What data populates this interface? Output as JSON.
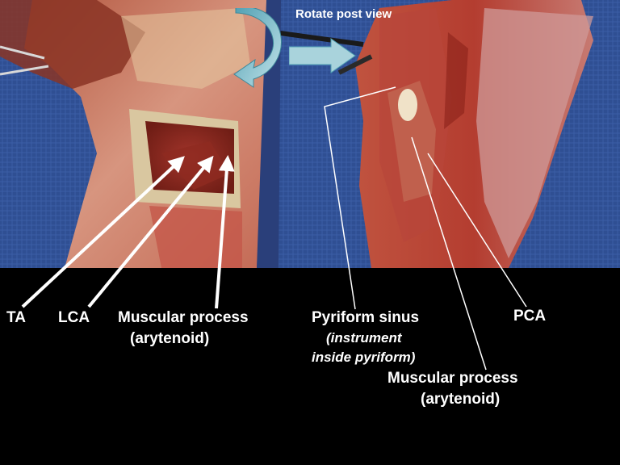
{
  "header": {
    "rotate_label": "Rotate post view"
  },
  "labels": {
    "ta": "TA",
    "lca": "LCA",
    "muscular_process_left": "Muscular process",
    "arytenoid_left": "(arytenoid)",
    "pyriform_sinus": "Pyriform sinus",
    "instrument_line1": "(instrument",
    "instrument_line2": "inside pyriform)",
    "pca": "PCA",
    "muscular_process_right": "Muscular process",
    "arytenoid_right": "(arytenoid)"
  },
  "colors": {
    "background": "#000000",
    "drape_blue": "#2f4f93",
    "tissue_red": "#b8463a",
    "arrow_teal": "#a9d3dc",
    "label_text": "#ffffff"
  },
  "icons": [
    "curved-rotate-arrow-icon",
    "right-arrow-icon"
  ]
}
